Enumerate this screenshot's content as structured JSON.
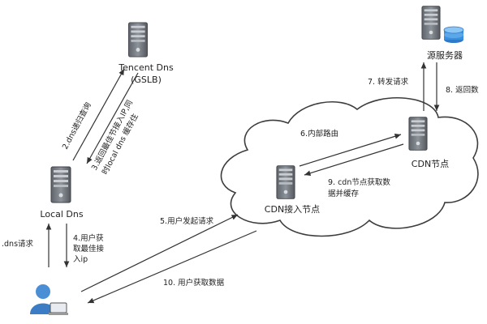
{
  "nodes": {
    "tencent_dns": {
      "name": "Tencent Dns",
      "sub": "(GSLB)"
    },
    "local_dns": {
      "name": "Local Dns"
    },
    "origin": {
      "name": "源服务器"
    },
    "cdn_node": {
      "name": "CDN节点"
    },
    "cdn_access": {
      "name": "CDN接入节点"
    }
  },
  "steps": {
    "s1": ".dns请求",
    "s2": "2.dns递归查询",
    "s3_line1": "3.返回最佳节接入IP,同",
    "s3_line2": "时local dns 缓存住",
    "s4_line1": "4.用户获",
    "s4_line2": "取最佳接",
    "s4_line3": "入ip",
    "s5": "5.用户发起请求",
    "s6": "6.内部路由",
    "s7": "7. 转发请求",
    "s8": "8. 返回数",
    "s9_line1": "9. cdn节点获取数",
    "s9_line2": "据并缓存",
    "s10": "10. 用户获取数据"
  }
}
